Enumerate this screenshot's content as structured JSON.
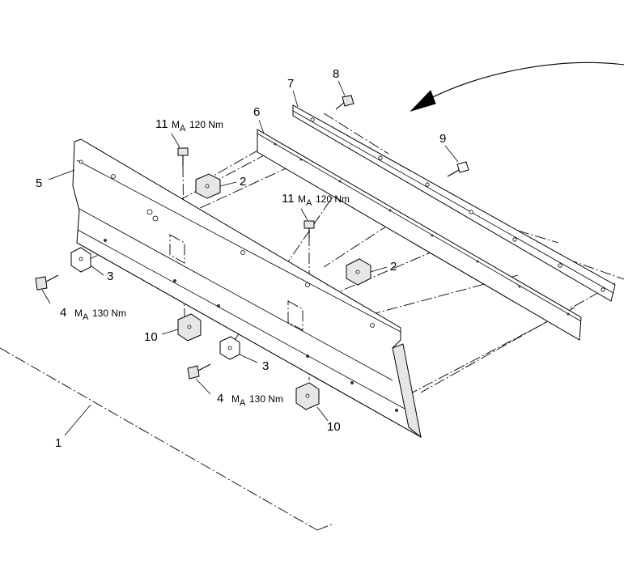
{
  "callouts": {
    "c1": "1",
    "c2a": "2",
    "c2b": "2",
    "c3a": "3",
    "c3b": "3",
    "c4a": "4",
    "c4b": "4",
    "c5": "5",
    "c6": "6",
    "c7": "7",
    "c8": "8",
    "c9": "9",
    "c10a": "10",
    "c10b": "10",
    "c11a": "11",
    "c11b": "11"
  },
  "torque_specs": {
    "t11a": {
      "m": "M",
      "sub": "A",
      "value": "120 Nm"
    },
    "t11b": {
      "m": "M",
      "sub": "A",
      "value": "120 Nm"
    },
    "t4a": {
      "m": "M",
      "sub": "A",
      "value": "130 Nm"
    },
    "t4b": {
      "m": "M",
      "sub": "A",
      "value": "130 Nm"
    }
  },
  "colors": {
    "ink": "#000000",
    "background": "#ffffff"
  }
}
